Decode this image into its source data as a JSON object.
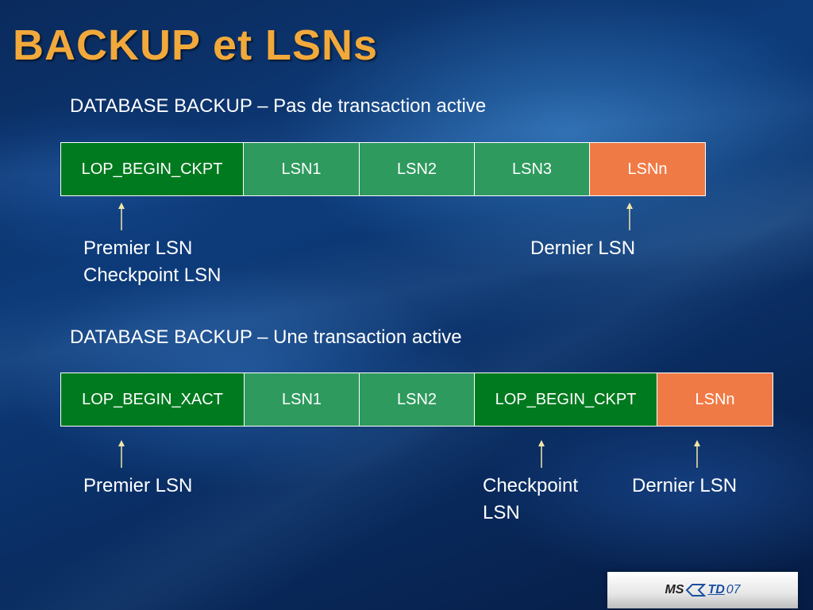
{
  "title": "BACKUP et LSNs",
  "colors": {
    "title": "#f2a93b",
    "dark_green": "#007a1f",
    "mid_green": "#2e9a5e",
    "orange": "#f07a45",
    "arrow": "#f2e6a6"
  },
  "diagram1": {
    "heading": "DATABASE BACKUP – Pas de transaction active",
    "cells": [
      "LOP_BEGIN_CKPT",
      "LSN1",
      "LSN2",
      "LSN3",
      "LSNn"
    ],
    "labels": {
      "first_line1": "Premier LSN",
      "first_line2": "Checkpoint LSN",
      "last": "Dernier LSN"
    }
  },
  "diagram2": {
    "heading": "DATABASE BACKUP – Une transaction active",
    "cells": [
      "LOP_BEGIN_XACT",
      "LSN1",
      "LSN2",
      "LOP_BEGIN_CKPT",
      "LSNn"
    ],
    "labels": {
      "first": "Premier LSN",
      "checkpoint_line1": "Checkpoint",
      "checkpoint_line2": "LSN",
      "last": "Dernier LSN"
    }
  },
  "logo": {
    "ms": "MS",
    "td": "TD",
    "year": "07"
  }
}
